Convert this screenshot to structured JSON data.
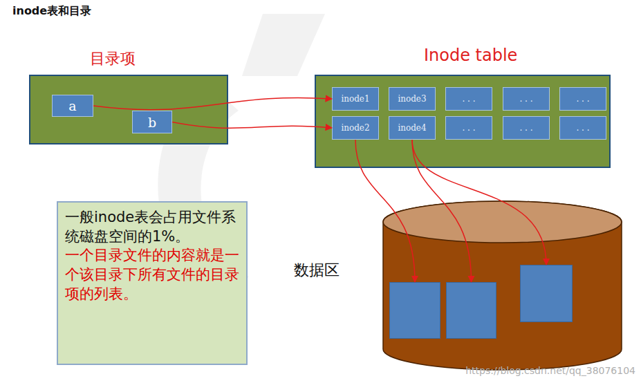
{
  "diagram": {
    "title": "inode表和目录",
    "nodes": [
      {
        "text": [
          "目录项"
        ]
      },
      {
        "text": [
          "a"
        ],
        "in": 0
      },
      {
        "text": [
          "b"
        ],
        "in": 0
      },
      {
        "text": [
          "Inode table"
        ]
      },
      {
        "text": [
          "inode1"
        ],
        "in": 3
      },
      {
        "text": [
          "inode3"
        ],
        "in": 3
      },
      {
        "text": [
          ". . ."
        ],
        "in": 3
      },
      {
        "text": [
          ". . ."
        ],
        "in": 3
      },
      {
        "text": [
          ". . ."
        ],
        "in": 3
      },
      {
        "text": [
          "inode2"
        ],
        "in": 3
      },
      {
        "text": [
          "inode4"
        ],
        "in": 3
      },
      {
        "text": [
          ". . ."
        ],
        "in": 3
      },
      {
        "text": [
          ". . ."
        ],
        "in": 3
      },
      {
        "text": [
          ". . ."
        ],
        "in": 3
      },
      {
        "text": [
          "一般inode表会占用文件系统磁盘空间的1%。",
          "一个目录文件的内容就是一个该目录下所有文件的目录项的列表。"
        ]
      },
      {
        "text": [
          "数据区"
        ]
      },
      {
        "text": [],
        "in": 15
      },
      {
        "text": [],
        "in": 15
      },
      {
        "text": [],
        "in": 15
      }
    ],
    "edges": [
      {
        "from": 1,
        "to": 4,
        "arrow": "to"
      },
      {
        "from": 2,
        "to": 9,
        "arrow": "to"
      },
      {
        "from": 9,
        "to": 16,
        "arrow": "to"
      },
      {
        "from": 10,
        "to": 17,
        "arrow": "to"
      },
      {
        "from": 10,
        "to": 18,
        "arrow": "to"
      }
    ],
    "labels": [
      "https://blog.csdn.net/qq_38076104"
    ]
  }
}
